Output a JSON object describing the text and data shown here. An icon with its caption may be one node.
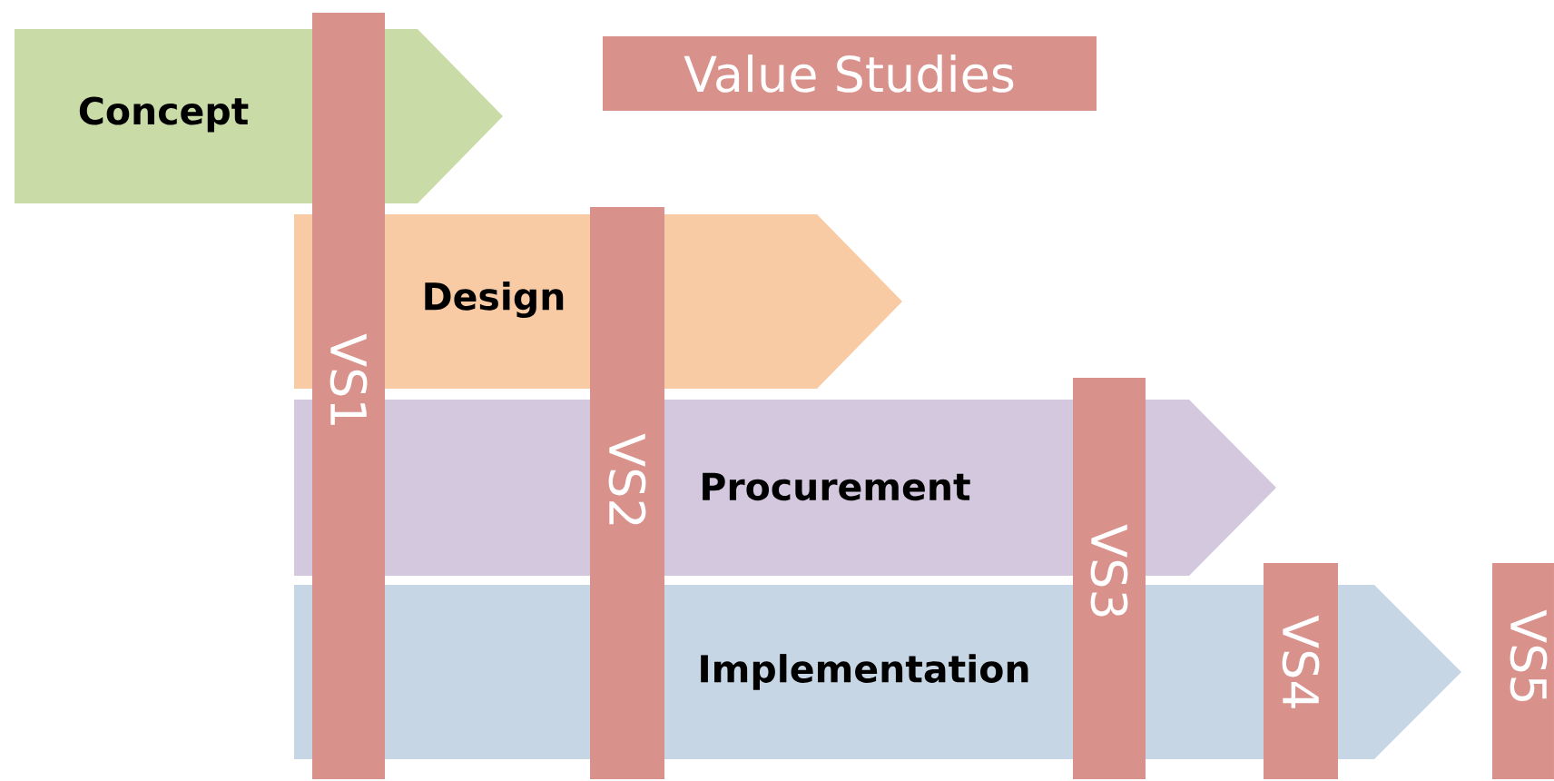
{
  "diagram": {
    "nodes": [
      {
        "text": [
          "Concept"
        ]
      },
      {
        "text": [
          "VS1"
        ]
      },
      {
        "text": [
          "Value Studies"
        ]
      },
      {
        "text": [
          "Design"
        ]
      },
      {
        "text": [
          "VS2"
        ]
      },
      {
        "text": [
          "Procurement"
        ]
      },
      {
        "text": [
          "VS3"
        ]
      },
      {
        "text": [
          "Implementation"
        ]
      },
      {
        "text": [
          "VS4"
        ]
      },
      {
        "text": [
          "VS5"
        ]
      }
    ]
  }
}
